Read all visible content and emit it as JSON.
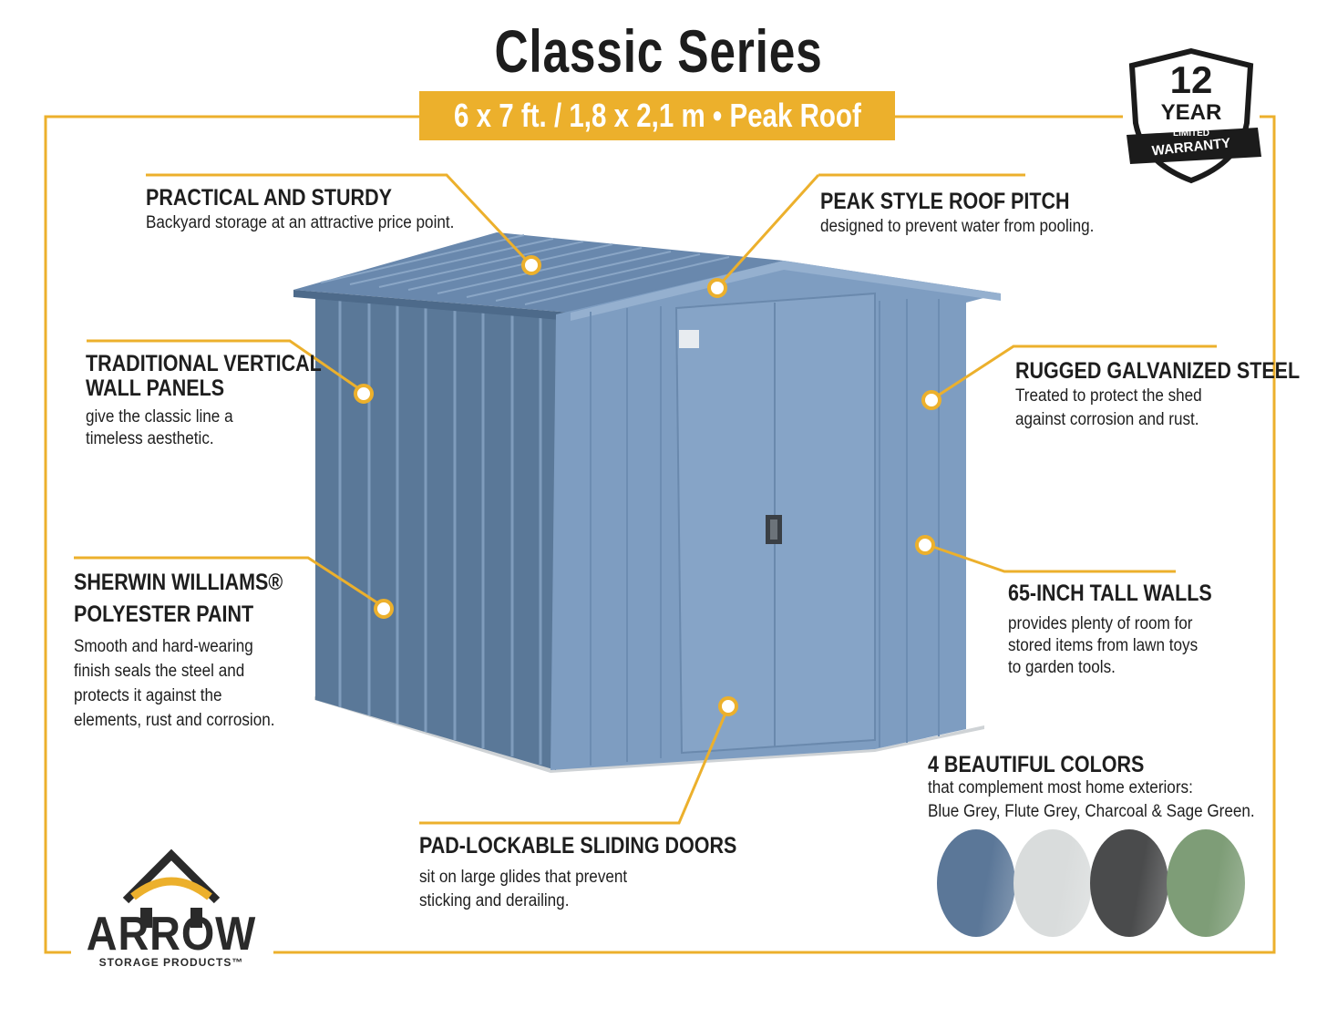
{
  "header": {
    "title": "Classic Series",
    "subtitle": "6 x 7 ft. / 1,8 x 2,1 m  •  Peak Roof"
  },
  "badge": {
    "number": "12",
    "year": "YEAR",
    "limited": "LIMITED",
    "warranty": "WARRANTY"
  },
  "callouts": {
    "practical": {
      "heading": "PRACTICAL AND STURDY",
      "body": [
        "Backyard storage at an attractive price point."
      ]
    },
    "roof": {
      "heading": "PEAK STYLE ROOF PITCH",
      "body": [
        "designed to prevent water from pooling."
      ]
    },
    "panels": {
      "heading": [
        "TRADITIONAL VERTICAL",
        "WALL PANELS"
      ],
      "body": [
        "give the classic line a",
        "timeless aesthetic."
      ]
    },
    "steel": {
      "heading": "RUGGED GALVANIZED STEEL",
      "body": [
        "Treated to protect the shed",
        "against corrosion and rust."
      ]
    },
    "paint": {
      "heading": [
        "SHERWIN WILLIAMS®",
        "POLYESTER PAINT"
      ],
      "body": [
        "Smooth and hard-wearing",
        "finish seals the steel and",
        "protects it against the",
        "elements, rust and corrosion."
      ]
    },
    "walls": {
      "heading": "65-INCH TALL WALLS",
      "body": [
        "provides plenty of room for",
        "stored items from lawn toys",
        "to garden tools."
      ]
    },
    "doors": {
      "heading": "PAD-LOCKABLE SLIDING DOORS",
      "body": [
        "sit on large glides that prevent",
        "sticking and derailing."
      ]
    },
    "colors": {
      "heading": "4 BEAUTIFUL COLORS",
      "body": [
        "that complement most home exteriors:",
        "Blue Grey, Flute Grey, Charcoal & Sage Green."
      ]
    }
  },
  "swatches": [
    {
      "name": "Blue Grey",
      "color": "#5b7798"
    },
    {
      "name": "Flute Grey",
      "color": "#d9dcdc"
    },
    {
      "name": "Charcoal",
      "color": "#4a4b4c"
    },
    {
      "name": "Sage Green",
      "color": "#7e9d77"
    }
  ],
  "logo": {
    "word": "ARROW",
    "sub": "STORAGE PRODUCTS™"
  },
  "colors": {
    "accent": "#ecb02c",
    "shed_front": "#7e9dc1",
    "shed_side": "#5a7898",
    "text": "#1e1e1e"
  }
}
